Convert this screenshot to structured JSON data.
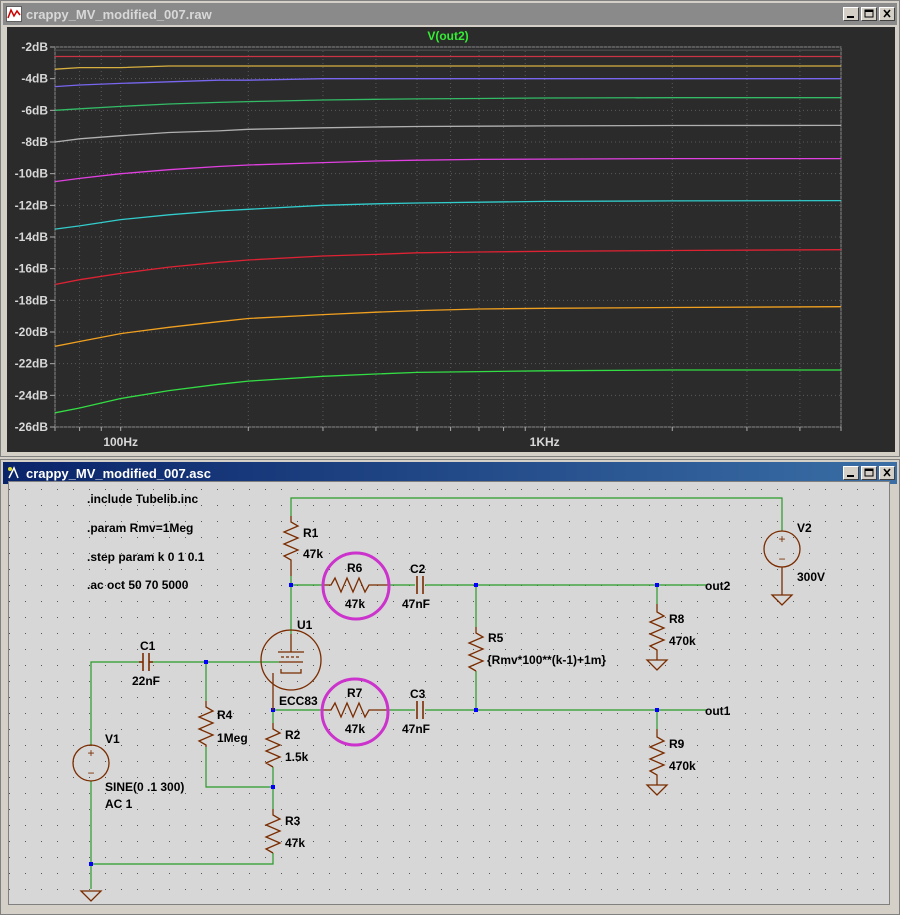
{
  "plot_window": {
    "title": "crappy_MV_modified_007.raw",
    "trace_label": "V(out2)"
  },
  "schematic_window": {
    "title": "crappy_MV_modified_007.asc",
    "directives": [
      ".include Tubelib.inc",
      ".param Rmv=1Meg",
      ".step param k 0 1 0.1",
      ".ac oct 50 70 5000"
    ],
    "components": {
      "R1": {
        "name": "R1",
        "value": "47k"
      },
      "R2": {
        "name": "R2",
        "value": "1.5k"
      },
      "R3": {
        "name": "R3",
        "value": "47k"
      },
      "R4": {
        "name": "R4",
        "value": "1Meg"
      },
      "R5": {
        "name": "R5",
        "value": "{Rmv*100**(k-1)+1m}"
      },
      "R6": {
        "name": "R6",
        "value": "47k"
      },
      "R7": {
        "name": "R7",
        "value": "47k"
      },
      "R8": {
        "name": "R8",
        "value": "470k"
      },
      "R9": {
        "name": "R9",
        "value": "470k"
      },
      "C1": {
        "name": "C1",
        "value": "22nF"
      },
      "C2": {
        "name": "C2",
        "value": "47nF"
      },
      "C3": {
        "name": "C3",
        "value": "47nF"
      },
      "U1": {
        "name": "U1",
        "value": "ECC83"
      },
      "V1": {
        "name": "V1",
        "value": "SINE(0 .1 300)",
        "value2": "AC 1"
      },
      "V2": {
        "name": "V2",
        "value": "300V"
      }
    },
    "net_labels": {
      "out1": "out1",
      "out2": "out2"
    },
    "highlight_color": "#cc33cc"
  },
  "chart_data": {
    "type": "line",
    "title": "V(out2)",
    "xlabel": "",
    "ylabel": "",
    "x_scale": "log",
    "xlim": [
      70,
      5000
    ],
    "ylim": [
      -26,
      -2
    ],
    "x_tick_labels": [
      "100Hz",
      "1KHz"
    ],
    "y_ticks": [
      -2,
      -4,
      -6,
      -8,
      -10,
      -12,
      -14,
      -16,
      -18,
      -20,
      -22,
      -24,
      -26
    ],
    "y_tick_labels": [
      "-2dB",
      "-4dB",
      "-6dB",
      "-8dB",
      "-10dB",
      "-12dB",
      "-14dB",
      "-16dB",
      "-18dB",
      "-20dB",
      "-22dB",
      "-24dB",
      "-26dB"
    ],
    "grid": true,
    "x": [
      70,
      80,
      100,
      130,
      170,
      200,
      300,
      400,
      500,
      700,
      1000,
      2000,
      5000
    ],
    "series": [
      {
        "color": "#4a4a4a",
        "values": [
          -2.2,
          -2.2,
          -2.2,
          -2.2,
          -2.2,
          -2.2,
          -2.2,
          -2.2,
          -2.2,
          -2.2,
          -2.2,
          -2.2,
          -2.2
        ]
      },
      {
        "color": "#cc3344",
        "values": [
          -2.6,
          -2.6,
          -2.6,
          -2.6,
          -2.6,
          -2.6,
          -2.6,
          -2.6,
          -2.6,
          -2.6,
          -2.6,
          -2.6,
          -2.6
        ]
      },
      {
        "color": "#d8b040",
        "values": [
          -3.4,
          -3.3,
          -3.3,
          -3.2,
          -3.2,
          -3.2,
          -3.2,
          -3.2,
          -3.2,
          -3.2,
          -3.2,
          -3.2,
          -3.2
        ]
      },
      {
        "color": "#7766ee",
        "values": [
          -4.5,
          -4.4,
          -4.3,
          -4.2,
          -4.1,
          -4.1,
          -4.0,
          -4.0,
          -4.0,
          -4.0,
          -4.0,
          -4.0,
          -4.0
        ]
      },
      {
        "color": "#33bb66",
        "values": [
          -6.0,
          -5.9,
          -5.75,
          -5.6,
          -5.5,
          -5.45,
          -5.35,
          -5.3,
          -5.28,
          -5.25,
          -5.22,
          -5.2,
          -5.2
        ]
      },
      {
        "color": "#b0b0b0",
        "values": [
          -8.0,
          -7.8,
          -7.6,
          -7.4,
          -7.3,
          -7.2,
          -7.1,
          -7.05,
          -7.02,
          -7.0,
          -6.98,
          -6.96,
          -6.95
        ]
      },
      {
        "color": "#e040e0",
        "values": [
          -10.5,
          -10.3,
          -10.0,
          -9.75,
          -9.55,
          -9.45,
          -9.3,
          -9.2,
          -9.15,
          -9.1,
          -9.08,
          -9.05,
          -9.05
        ]
      },
      {
        "color": "#33cccc",
        "values": [
          -13.5,
          -13.3,
          -12.9,
          -12.6,
          -12.35,
          -12.25,
          -12.0,
          -11.9,
          -11.85,
          -11.8,
          -11.75,
          -11.72,
          -11.7
        ]
      },
      {
        "color": "#dd2233",
        "values": [
          -17.0,
          -16.7,
          -16.3,
          -15.9,
          -15.6,
          -15.45,
          -15.2,
          -15.1,
          -15.0,
          -14.95,
          -14.9,
          -14.85,
          -14.8
        ]
      },
      {
        "color": "#f0a020",
        "values": [
          -20.9,
          -20.6,
          -20.1,
          -19.7,
          -19.35,
          -19.15,
          -18.9,
          -18.75,
          -18.65,
          -18.55,
          -18.5,
          -18.45,
          -18.4
        ]
      },
      {
        "color": "#33dd44",
        "values": [
          -25.1,
          -24.8,
          -24.2,
          -23.7,
          -23.3,
          -23.1,
          -22.8,
          -22.65,
          -22.55,
          -22.5,
          -22.45,
          -22.4,
          -22.4
        ]
      }
    ]
  }
}
